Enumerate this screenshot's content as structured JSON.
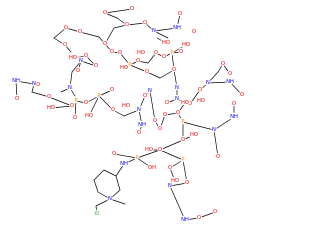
{
  "colors": {
    "bond": "#000000",
    "O": "#ff0000",
    "N": "#0000ff",
    "P": "#ff8000",
    "Cl": "#1fb01f",
    "H": "#000000"
  },
  "atoms": [
    {
      "id": "a1",
      "el": "O",
      "text": "O"
    },
    {
      "id": "a2",
      "el": "O",
      "text": "O"
    },
    {
      "id": "a3",
      "el": "O",
      "text": "O"
    },
    {
      "id": "a4",
      "el": "O",
      "text": "O"
    },
    {
      "id": "a5",
      "el": "O",
      "text": "HO"
    },
    {
      "id": "a6",
      "el": "N",
      "text": "N"
    },
    {
      "id": "a7",
      "el": "N",
      "text": "NH"
    },
    {
      "id": "a8",
      "el": "O",
      "text": "O"
    },
    {
      "id": "a9",
      "el": "O",
      "text": "O"
    },
    {
      "id": "a10",
      "el": "O",
      "text": "O"
    },
    {
      "id": "a11",
      "el": "O",
      "text": "HO"
    },
    {
      "id": "a12",
      "el": "O",
      "text": "O"
    },
    {
      "id": "a13",
      "el": "O",
      "text": "O"
    },
    {
      "id": "a14",
      "el": "O",
      "text": "O"
    },
    {
      "id": "a15",
      "el": "N",
      "text": "N"
    },
    {
      "id": "a16",
      "el": "N",
      "text": "N"
    },
    {
      "id": "a17",
      "el": "O",
      "text": "O"
    },
    {
      "id": "a18",
      "el": "O",
      "text": "O"
    },
    {
      "id": "a19",
      "el": "O",
      "text": "O"
    },
    {
      "id": "a20",
      "el": "O",
      "text": "HO"
    },
    {
      "id": "a21",
      "el": "O",
      "text": "O"
    },
    {
      "id": "a22",
      "el": "O",
      "text": "O"
    },
    {
      "id": "a23",
      "el": "P",
      "text": "P"
    },
    {
      "id": "a24",
      "el": "O",
      "text": "O"
    },
    {
      "id": "a25",
      "el": "O",
      "text": "HO"
    },
    {
      "id": "a26",
      "el": "O",
      "text": "O"
    },
    {
      "id": "a27",
      "el": "O",
      "text": "O"
    },
    {
      "id": "a28",
      "el": "P",
      "text": "P"
    },
    {
      "id": "a29",
      "el": "O",
      "text": "O"
    },
    {
      "id": "a30",
      "el": "O",
      "text": "HO"
    },
    {
      "id": "a31",
      "el": "O",
      "text": "O"
    },
    {
      "id": "a32",
      "el": "O",
      "text": "O"
    },
    {
      "id": "a33",
      "el": "N",
      "text": "N"
    },
    {
      "id": "a34",
      "el": "N",
      "text": "N"
    },
    {
      "id": "a35",
      "el": "O",
      "text": "O"
    },
    {
      "id": "a36",
      "el": "O",
      "text": "O"
    },
    {
      "id": "a37",
      "el": "O",
      "text": "O"
    },
    {
      "id": "a38",
      "el": "O",
      "text": "HO"
    },
    {
      "id": "a39",
      "el": "N",
      "text": "N"
    },
    {
      "id": "a40",
      "el": "N",
      "text": "NH"
    },
    {
      "id": "a41",
      "el": "O",
      "text": "O"
    },
    {
      "id": "a42",
      "el": "O",
      "text": "O"
    },
    {
      "id": "a43",
      "el": "O",
      "text": "O"
    },
    {
      "id": "a44",
      "el": "O",
      "text": "O"
    },
    {
      "id": "a45",
      "el": "N",
      "text": "N"
    },
    {
      "id": "a46",
      "el": "N",
      "text": "NH"
    },
    {
      "id": "a47",
      "el": "O",
      "text": "O"
    },
    {
      "id": "a48",
      "el": "O",
      "text": "O"
    },
    {
      "id": "a49",
      "el": "O",
      "text": "O"
    },
    {
      "id": "a50",
      "el": "O",
      "text": "HO"
    },
    {
      "id": "a51",
      "el": "P",
      "text": "P"
    },
    {
      "id": "a52",
      "el": "O",
      "text": "O"
    },
    {
      "id": "a53",
      "el": "O",
      "text": "O"
    },
    {
      "id": "a54",
      "el": "O",
      "text": "HO"
    },
    {
      "id": "a55",
      "el": "P",
      "text": "P"
    },
    {
      "id": "a56",
      "el": "O",
      "text": "O"
    },
    {
      "id": "a57",
      "el": "O",
      "text": "O"
    },
    {
      "id": "a58",
      "el": "O",
      "text": "HO"
    },
    {
      "id": "a59",
      "el": "N",
      "text": "N"
    },
    {
      "id": "a60",
      "el": "N",
      "text": "NH"
    },
    {
      "id": "a61",
      "el": "O",
      "text": "O"
    },
    {
      "id": "a62",
      "el": "O",
      "text": "O"
    },
    {
      "id": "a63",
      "el": "N",
      "text": "N"
    },
    {
      "id": "a64",
      "el": "O",
      "text": "O"
    },
    {
      "id": "a65",
      "el": "O",
      "text": "O"
    },
    {
      "id": "a66",
      "el": "O",
      "text": "O"
    },
    {
      "id": "a67",
      "el": "O",
      "text": "O"
    },
    {
      "id": "a68",
      "el": "O",
      "text": "HO"
    },
    {
      "id": "a69",
      "el": "P",
      "text": "P"
    },
    {
      "id": "a70",
      "el": "O",
      "text": "O"
    },
    {
      "id": "a71",
      "el": "O",
      "text": "HO"
    },
    {
      "id": "a72",
      "el": "N",
      "text": "N"
    },
    {
      "id": "a73",
      "el": "N",
      "text": "NH"
    },
    {
      "id": "a74",
      "el": "O",
      "text": "O"
    },
    {
      "id": "a75",
      "el": "O",
      "text": "O"
    },
    {
      "id": "a76",
      "el": "O",
      "text": "O"
    },
    {
      "id": "a77",
      "el": "O",
      "text": "HO"
    },
    {
      "id": "a78",
      "el": "P",
      "text": "P"
    },
    {
      "id": "a79",
      "el": "O",
      "text": "O"
    },
    {
      "id": "a80",
      "el": "O",
      "text": "O"
    },
    {
      "id": "a81",
      "el": "O",
      "text": "HO"
    },
    {
      "id": "a82",
      "el": "N",
      "text": "N"
    },
    {
      "id": "a83",
      "el": "N",
      "text": "NH"
    },
    {
      "id": "a84",
      "el": "O",
      "text": "O"
    },
    {
      "id": "a85",
      "el": "O",
      "text": "O"
    },
    {
      "id": "a86",
      "el": "N",
      "text": "NH"
    },
    {
      "id": "a87",
      "el": "O",
      "text": "O"
    },
    {
      "id": "a88",
      "el": "P",
      "text": "P"
    },
    {
      "id": "a89",
      "el": "O",
      "text": "OH"
    },
    {
      "id": "a90",
      "el": "N",
      "text": "N"
    },
    {
      "id": "a91",
      "el": "Cl",
      "text": "Cl"
    }
  ]
}
